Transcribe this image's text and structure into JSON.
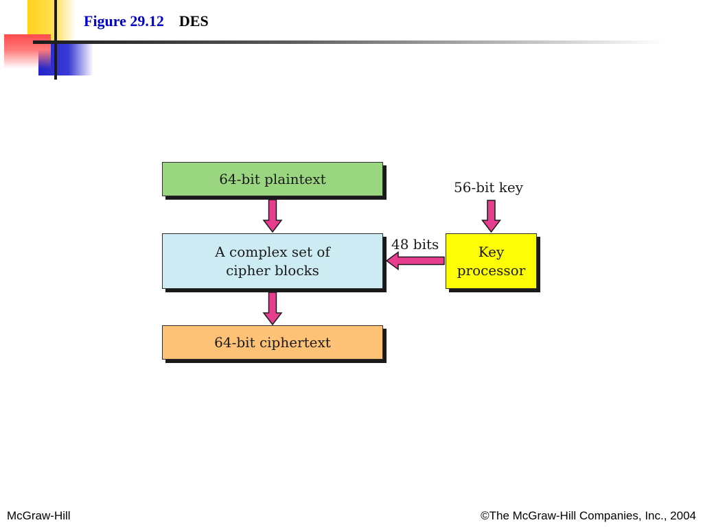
{
  "slide": {
    "figure_label": "Figure 29.12",
    "figure_name": "DES"
  },
  "diagram": {
    "plaintext": "64-bit plaintext",
    "cipher_blocks": "A complex set of\ncipher blocks",
    "ciphertext": "64-bit ciphertext",
    "key_processor": "Key\nprocessor",
    "key_input": "56-bit key",
    "subkey_size": "48 bits",
    "colors": {
      "plaintext": "#9ad67f",
      "cipher_blocks": "#cdebf3",
      "ciphertext": "#fec277",
      "key_processor": "#fdfd05",
      "arrow_fill": "#e63d8e"
    }
  },
  "footer": {
    "publisher": "McGraw-Hill",
    "copyright": "©The McGraw-Hill Companies, Inc., 2004"
  }
}
